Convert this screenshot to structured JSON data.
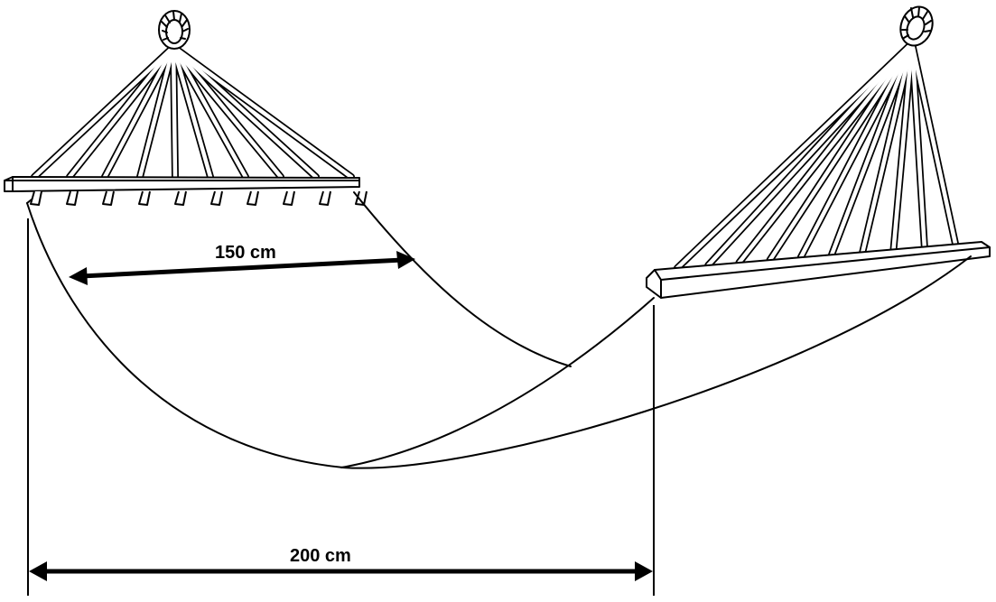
{
  "diagram": {
    "subject": "hammock",
    "colors": {
      "line": "#000000",
      "background": "#ffffff"
    },
    "dimensions": {
      "width_label": "150 cm",
      "length_label": "200 cm"
    }
  }
}
